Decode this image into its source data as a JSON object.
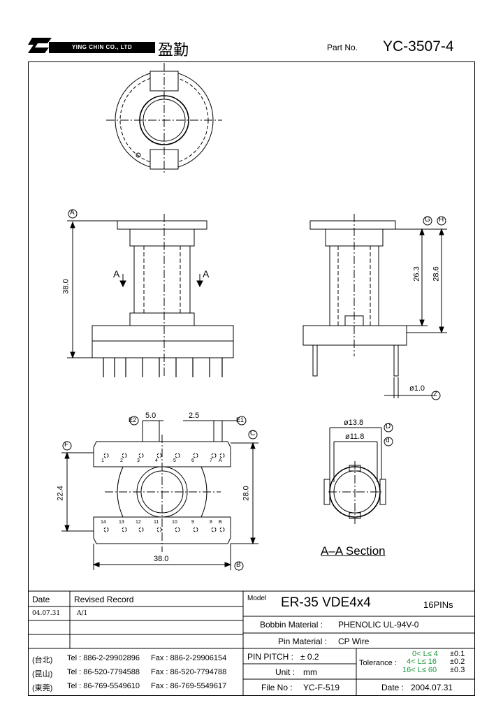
{
  "header": {
    "company": "YING CHIN CO., LTD",
    "company_cn": "盈勤",
    "part_label": "Part No.",
    "part_no": "YC-3507-4"
  },
  "drawing": {
    "dims": {
      "d38_side": "38.0",
      "d26_3": "26.3",
      "d28_6": "28.6",
      "phi1_0": "ø1.0",
      "d5_0": "5.0",
      "d2_5": "2.5",
      "d22_4": "22.4",
      "d28_0": "28.0",
      "d38_bottom": "38.0",
      "phi13_8": "ø13.8",
      "phi11_8": "ø11.8"
    },
    "markers": {
      "A": "A",
      "B": "B",
      "C": "C",
      "D": "D",
      "d": "d",
      "E1": "E1",
      "E2": "E2",
      "F": "F",
      "G": "G",
      "H": "H",
      "Z": "Z"
    },
    "section_arrow": "A",
    "section_title": "A–A Section",
    "pins_top": [
      "1",
      "2",
      "3",
      "4",
      "5",
      "6",
      "7",
      "A"
    ],
    "pins_bottom": [
      "14",
      "13",
      "12",
      "11",
      "10",
      "9",
      "8",
      "B"
    ]
  },
  "revision": {
    "col_date": "Date",
    "col_record": "Revised Record",
    "rows": [
      {
        "date": "04.07.31",
        "record": "A/1"
      }
    ]
  },
  "contacts": [
    {
      "city": "(台北)",
      "tel": "Tel : 886-2-29902896",
      "fax": "Fax : 886-2-29906154"
    },
    {
      "city": "(昆山)",
      "tel": "Tel : 86-520-7794588",
      "fax": "Fax : 86-520-7794788"
    },
    {
      "city": "(東莞)",
      "tel": "Tel : 86-769-5549610",
      "fax": "Fax : 86-769-5549617"
    }
  ],
  "spec": {
    "model_label": "Model",
    "model": "ER-35  VDE4x4",
    "pins": "16PINs",
    "bobbin_label": "Bobbin  Material :",
    "bobbin": "PHENOLIC UL-94V-0",
    "pin_mat_label": "Pin  Material :",
    "pin_mat": "CP Wire",
    "pitch_label": "PIN  PITCH :",
    "pitch": "± 0.2",
    "unit_label": "Unit :",
    "unit": "mm",
    "file_label": "File  No :",
    "file": "YC-F-519",
    "tolerance_label": "Tolerance :",
    "tol_rows": [
      {
        "range": "0< L≤ 4",
        "value": "±0.1"
      },
      {
        "range": "4< L≤ 16",
        "value": "±0.2"
      },
      {
        "range": "16< L≤ 60",
        "value": "±0.3"
      }
    ],
    "date_label": "Date :",
    "date": "2004.07.31"
  }
}
